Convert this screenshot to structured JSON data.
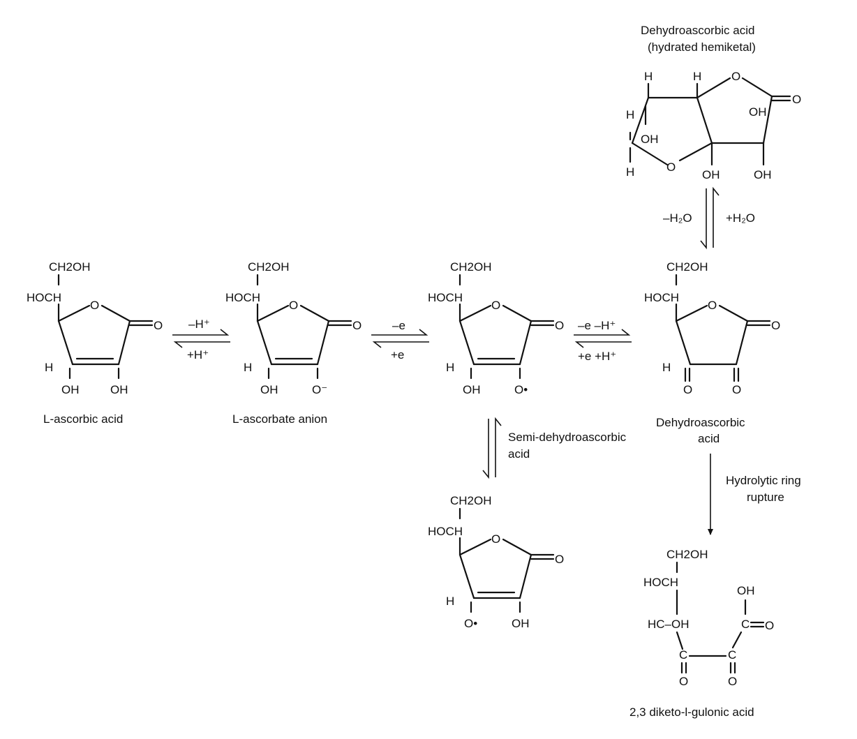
{
  "labels": {
    "ch2oh": "CH2OH",
    "hoch": "HOCH",
    "o": "O",
    "h": "H",
    "oh": "OH",
    "o_minus": "O⁻",
    "o_dot": "O•",
    "hc_oh": "HC–OH",
    "c": "C"
  },
  "compounds": {
    "ascorbic": "L-ascorbic acid",
    "ascorbate": "L-ascorbate anion",
    "semi_line1": "Semi-dehydroascorbic",
    "semi_line2": "acid",
    "dha_line1": "Dehydroascorbic",
    "dha_line2": "acid",
    "hemiketal_line1": "Dehydroascorbic acid",
    "hemiketal_line2": "(hydrated hemiketal)",
    "diketo": "2,3 diketo-l-gulonic acid"
  },
  "reactions": {
    "r1_forward": "–H⁺",
    "r1_reverse": "+H⁺",
    "r2_forward": "–e",
    "r2_reverse": "+e",
    "r3_forward": "–e –H⁺",
    "r3_reverse": "+e +H⁺",
    "hydration_left": "–H₂O",
    "hydration_right": "+H₂O",
    "hydrolysis_line1": "Hydrolytic ring",
    "hydrolysis_line2": "rupture"
  }
}
